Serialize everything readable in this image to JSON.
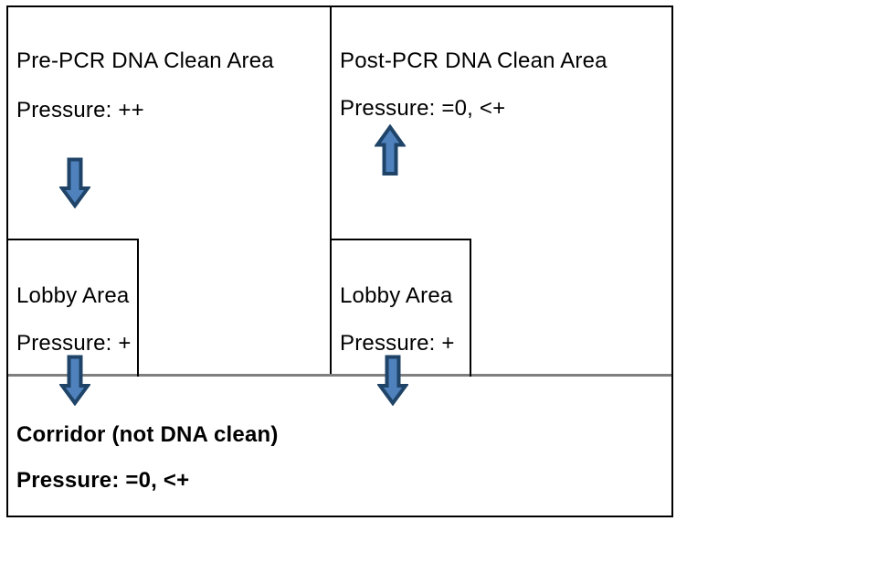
{
  "page": {
    "background": "#ffffff",
    "description": "PCR laboratory air-pressure zoning diagram"
  },
  "colors": {
    "wall": "#000000",
    "corridor_line": "#7f7f7f",
    "arrow_fill": "#4f81bd",
    "arrow_outline": "#1f4468",
    "text": "#000000"
  },
  "rooms": {
    "pre_pcr": {
      "title": "Pre-PCR DNA Clean Area",
      "pressure": "Pressure: ++",
      "airflow": "down"
    },
    "post_pcr": {
      "title": "Post-PCR DNA Clean Area",
      "pressure": "Pressure: =0, <+",
      "airflow": "up"
    },
    "lobby_left": {
      "title": "Lobby Area",
      "pressure": "Pressure: +",
      "airflow": "down"
    },
    "lobby_right": {
      "title": "Lobby Area",
      "pressure": "Pressure: +",
      "airflow": "down"
    },
    "corridor": {
      "title": "Corridor (not DNA clean)",
      "pressure": "Pressure: =0, <+"
    }
  },
  "icons": {
    "pre_pcr_arrow": "down-arrow",
    "post_pcr_arrow": "up-arrow",
    "lobby_left_arrow": "down-arrow",
    "lobby_right_arrow": "down-arrow"
  }
}
